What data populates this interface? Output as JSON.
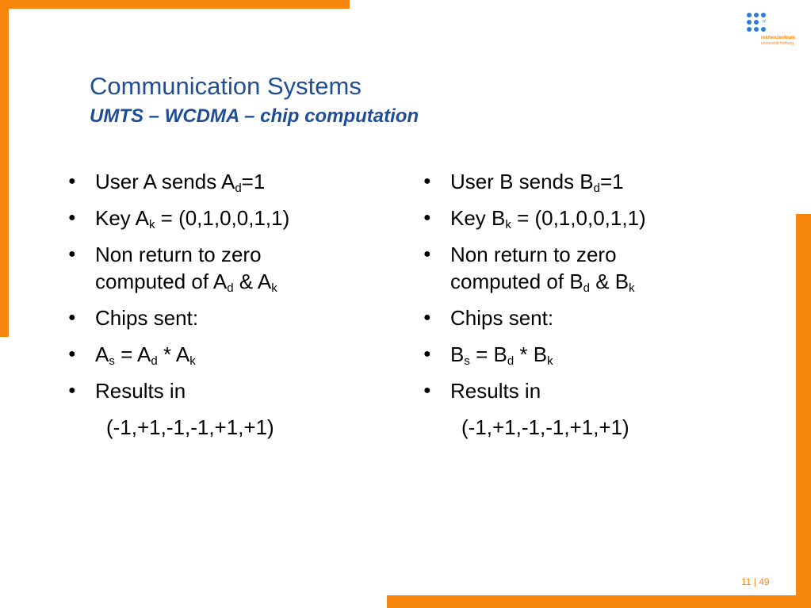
{
  "colors": {
    "accent": "#F7860E",
    "title": "#1F4E96",
    "logo": "#2F7CD6"
  },
  "logo": {
    "mark": "rz",
    "name": "rechenzentrum",
    "sub": "universität freiburg"
  },
  "title": "Communication Systems",
  "subtitle": "UMTS – WCDMA – chip computation",
  "bullet_glyph": "●",
  "user_a": {
    "items": [
      {
        "text": "User A sends A",
        "sub": "d",
        "after": "=1"
      },
      {
        "text": "Key A",
        "sub": "k",
        "after": " = (0,1,0,0,1,1)"
      },
      {
        "text": "Non return to zero",
        "line2a": "computed of A",
        "line2sub1": "d",
        "line2b": " & A",
        "line2sub2": "k"
      },
      {
        "text": "Chips sent:"
      },
      {
        "p1": "A",
        "s1": "s",
        "p2": " = A",
        "s2": "d",
        "p3": " * A",
        "s3": "k"
      },
      {
        "text": "Results in"
      }
    ],
    "result": "(-1,+1,-1,-1,+1,+1)"
  },
  "user_b": {
    "items": [
      {
        "text": "User B sends B",
        "sub": "d",
        "after": "=1"
      },
      {
        "text": "Key B",
        "sub": "k",
        "after": " = (0,1,0,0,1,1)"
      },
      {
        "text": "Non return to zero",
        "line2a": "computed of B",
        "line2sub1": "d",
        "line2b": " & B",
        "line2sub2": "k"
      },
      {
        "text": "Chips sent:"
      },
      {
        "p1": "B",
        "s1": "s",
        "p2": " = B",
        "s2": "d",
        "p3": " * B",
        "s3": "k"
      },
      {
        "text": "Results in"
      }
    ],
    "result": "(-1,+1,-1,-1,+1,+1)"
  },
  "page": "11 | 49"
}
